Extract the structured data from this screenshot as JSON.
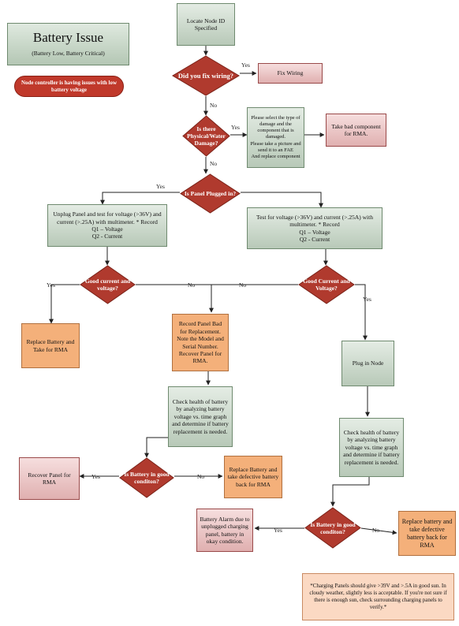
{
  "title": {
    "main": "Battery Issue",
    "sub": "(Battery Low, Battery Critical)"
  },
  "pill": "Node controller is having issues with low battery voltage",
  "nodes": {
    "locate": "Locate Node ID Specified",
    "fix_wiring": "Fix Wiring",
    "damage_instructions": "Please select the type of damage and the component that is damaged.\nPlease take a picture and send it to an FAE\nAnd replace component",
    "take_bad": "Take bad component for RMA.",
    "unplug_test": "Unplug Panel and test  for voltage (>36V) and current (>.25A) with multimeter. * Record\nQ1 – Voltage\nQ2 - Current",
    "test_plugged": "Test  for voltage (>36V) and  current (>.25A) with multimeter. * Record\nQ1 – Voltage\nQ2 - Current",
    "replace_battery_left": "Replace Battery and Take for RMA",
    "record_panel_bad": "Record Panel Bad for Replacement. Note the Model and Serial Number. Recover Panel for RMA.",
    "plug_node": "Plug in Node",
    "check_health_left": "Check health of battery by analyzing battery voltage vs. time graph and determine if battery replacement is needed.",
    "check_health_right": "Check health of battery by analyzing battery voltage vs. time graph and determine if battery replacement is needed.",
    "recover_panel": "Recover Panel for RMA",
    "replace_battery_mid": "Replace Battery and take defective battery back for RMA",
    "battery_alarm": "Battery Alarm due to unplugged charging panel, battery in okay condition.",
    "replace_battery_right": "Replace battery and take defective battery back for RMA"
  },
  "decisions": {
    "fix_wiring_q": "Did you fix wiring?",
    "damage_q": "Is there Physical/Water Damage?",
    "panel_q": "Is Panel Plugged in?",
    "good_left_q": "Good current and voltage?",
    "good_right_q": "Good Current and Voltage?",
    "battery_left_q": "Is Battery in good conditon?",
    "battery_right_q": "Is Battery in good conditon?"
  },
  "labels": {
    "yes1": "Yes",
    "no1": "No",
    "yes2": "Yes",
    "no2": "No",
    "yes3": "Yes",
    "yes4": "Yes",
    "no4": "No",
    "no5": "No",
    "yes5": "Yes",
    "yes6": "Yes",
    "no6": "No",
    "yes7": "Yes",
    "no7": "No"
  },
  "note": "*Charging Panels should give >39V and >.5A in good sun. In cloudy weather, slightly less is acceptable. If you're not sure if there is enough sun, check surrounding charging panels to verify.*",
  "colors": {
    "diamond": "#b03a2e",
    "line": "#222222",
    "green_border": "#6f8a6f",
    "orange": "#f4b07a"
  }
}
